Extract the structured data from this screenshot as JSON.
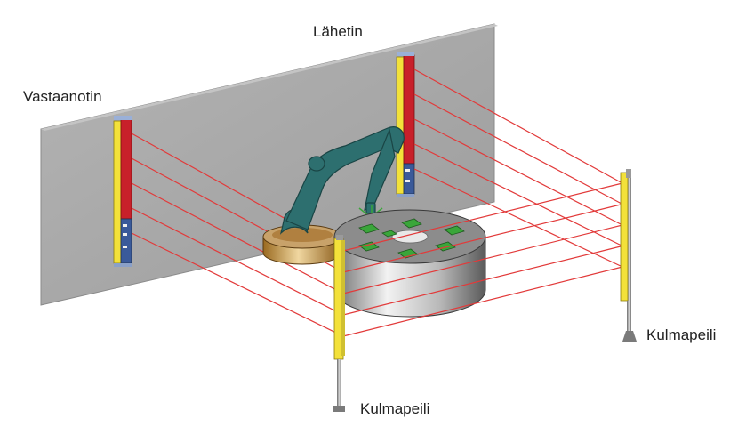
{
  "labels": {
    "transmitter": "Lähetin",
    "receiver": "Vastaanotin",
    "mirror_right": "Kulmapeili",
    "mirror_front": "Kulmapeili"
  },
  "colors": {
    "wall": "#a7a7a7",
    "beam": "#e23a3a",
    "guard_yellow": "#f3e13a",
    "guard_red": "#c8202a",
    "robot": "#2d6f6f",
    "part_green": "#3aa63a",
    "table_gray": "#9a9a9a",
    "feeder_gold": "#c8963a"
  },
  "beam_count": 5
}
